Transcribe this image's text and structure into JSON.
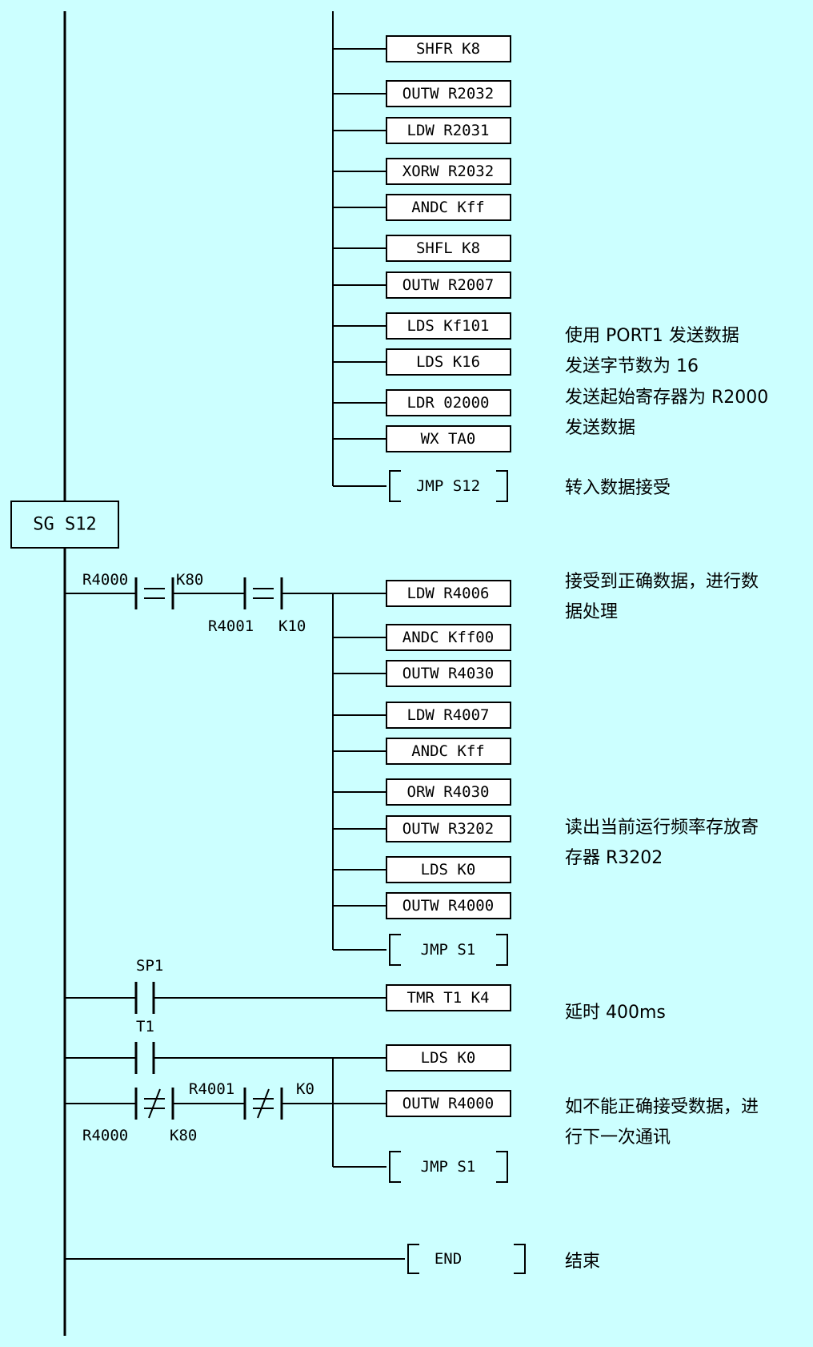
{
  "colors": {
    "background": "#ccffff",
    "ink": "#000000",
    "box_fill": "#ffffff"
  },
  "instructions": [
    "SHFR K8",
    "OUTW R2032",
    "LDW R2031",
    "XORW R2032",
    "ANDC Kff",
    "SHFL K8",
    "OUTW R2007",
    "LDS Kf101",
    "LDS K16",
    "LDR 02000",
    "WX TA0",
    "JMP S12",
    "LDW R4006",
    "ANDC Kff00",
    "OUTW R4030",
    "LDW R4007",
    "ANDC Kff",
    "ORW R4030",
    "OUTW R3202",
    "LDS K0",
    "OUTW R4000",
    "JMP S1",
    "TMR T1 K4",
    "LDS K0",
    "OUTW R4000",
    "JMP S1",
    "END"
  ],
  "stage_label": "SG S12",
  "contacts": {
    "r4000": "R4000",
    "k80": "K80",
    "r4001": "R4001",
    "k10": "K10",
    "sp1": "SP1",
    "t1": "T1",
    "r4000_b": "R4000",
    "k80_b": "K80",
    "r4001_b": "R4001",
    "k0_b": "K0"
  },
  "comments": [
    "使用 PORT1 发送数据",
    "发送字节数为 16",
    "发送起始寄存器为 R2000",
    "发送数据",
    "转入数据接受",
    "接受到正确数据，进行数",
    "据处理",
    "读出当前运行频率存放寄",
    "存器 R3202",
    "延时 400ms",
    "如不能正确接受数据，进",
    "行下一次通讯",
    "结束"
  ]
}
